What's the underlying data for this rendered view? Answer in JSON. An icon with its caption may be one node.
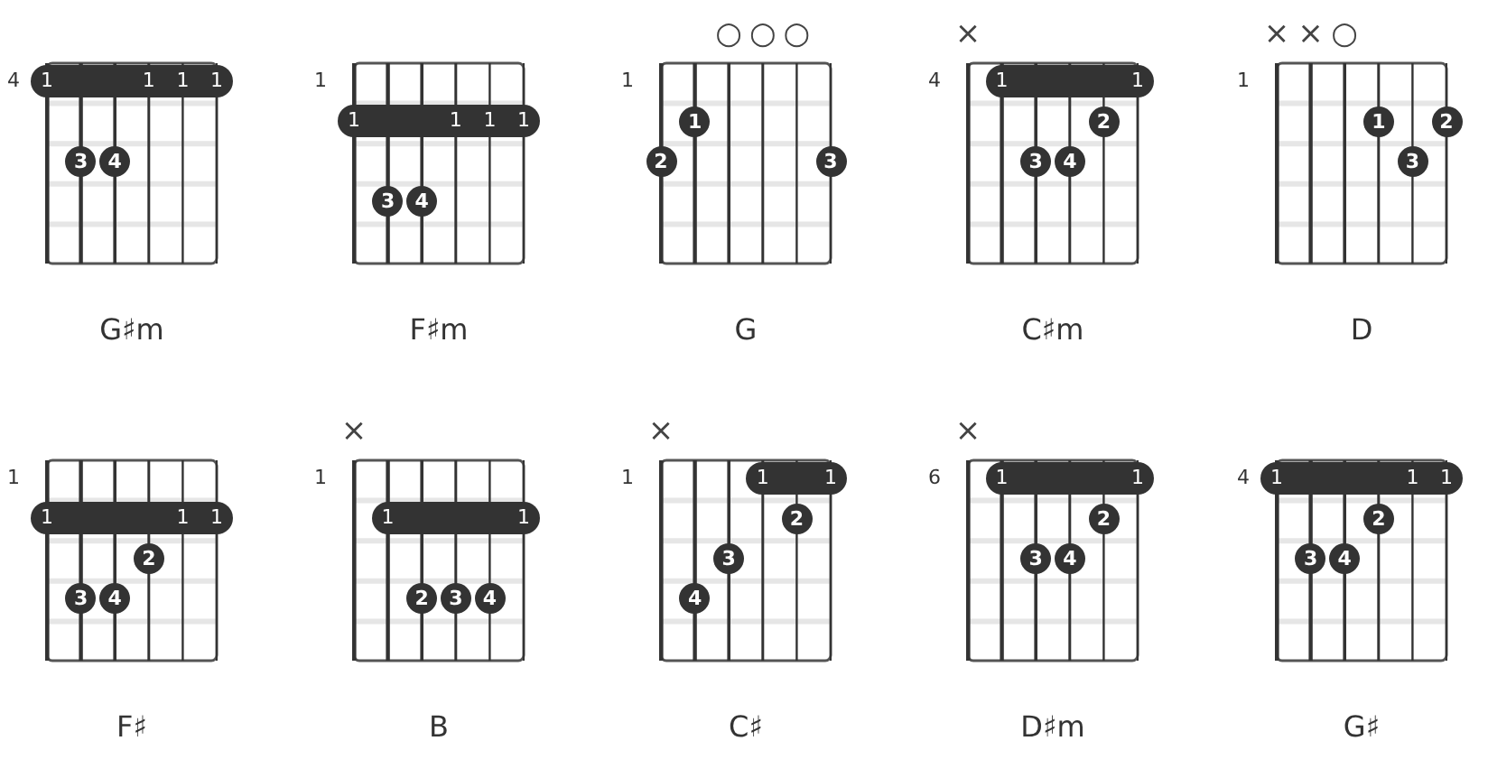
{
  "diagram": {
    "nodes": [
      {
        "text": [
          "G♯m"
        ]
      },
      {
        "text": [
          "1",
          "1",
          "1",
          "1"
        ],
        "in": 0
      },
      {
        "text": [
          "3"
        ],
        "in": 0
      },
      {
        "text": [
          "4"
        ],
        "in": 0
      },
      {
        "text": [
          "F♯m"
        ]
      },
      {
        "text": [
          "1",
          "1",
          "1",
          "1"
        ],
        "in": 4
      },
      {
        "text": [
          "3"
        ],
        "in": 4
      },
      {
        "text": [
          "4"
        ],
        "in": 4
      },
      {
        "text": [
          "G"
        ]
      },
      {
        "text": [
          "1"
        ],
        "in": 8
      },
      {
        "text": [
          "2"
        ],
        "in": 8
      },
      {
        "text": [
          "3"
        ],
        "in": 8
      },
      {
        "text": [
          "C♯m"
        ]
      },
      {
        "text": [
          "1",
          "1"
        ],
        "in": 12
      },
      {
        "text": [
          "2"
        ],
        "in": 12
      },
      {
        "text": [
          "3"
        ],
        "in": 12
      },
      {
        "text": [
          "4"
        ],
        "in": 12
      },
      {
        "text": [
          "D"
        ]
      },
      {
        "text": [
          "1"
        ],
        "in": 17
      },
      {
        "text": [
          "2"
        ],
        "in": 17
      },
      {
        "text": [
          "3"
        ],
        "in": 17
      },
      {
        "text": [
          "F♯"
        ]
      },
      {
        "text": [
          "1",
          "1",
          "1"
        ],
        "in": 21
      },
      {
        "text": [
          "2"
        ],
        "in": 21
      },
      {
        "text": [
          "3"
        ],
        "in": 21
      },
      {
        "text": [
          "4"
        ],
        "in": 21
      },
      {
        "text": [
          "B"
        ]
      },
      {
        "text": [
          "1",
          "1"
        ],
        "in": 26
      },
      {
        "text": [
          "2"
        ],
        "in": 26
      },
      {
        "text": [
          "3"
        ],
        "in": 26
      },
      {
        "text": [
          "4"
        ],
        "in": 26
      },
      {
        "text": [
          "C♯"
        ]
      },
      {
        "text": [
          "1",
          "1"
        ],
        "in": 31
      },
      {
        "text": [
          "2"
        ],
        "in": 31
      },
      {
        "text": [
          "3"
        ],
        "in": 31
      },
      {
        "text": [
          "4"
        ],
        "in": 31
      },
      {
        "text": [
          "D♯m"
        ]
      },
      {
        "text": [
          "1",
          "1"
        ],
        "in": 36
      },
      {
        "text": [
          "2"
        ],
        "in": 36
      },
      {
        "text": [
          "3"
        ],
        "in": 36
      },
      {
        "text": [
          "4"
        ],
        "in": 36
      },
      {
        "text": [
          "G♯"
        ]
      },
      {
        "text": [
          "1",
          "1",
          "1"
        ],
        "in": 41
      },
      {
        "text": [
          "2"
        ],
        "in": 41
      },
      {
        "text": [
          "3"
        ],
        "in": 41
      },
      {
        "text": [
          "4"
        ],
        "in": 41
      }
    ],
    "labels": [
      "○",
      "○",
      "○",
      "×",
      "×",
      "×",
      "○",
      "4",
      "1",
      "1",
      "4",
      "1",
      "×",
      "×",
      "×",
      "1",
      "1",
      "1",
      "6",
      "4"
    ]
  }
}
